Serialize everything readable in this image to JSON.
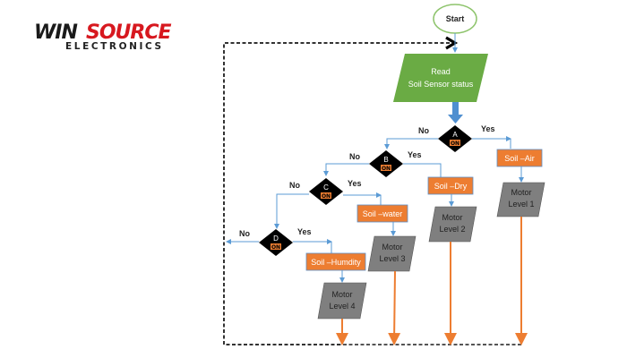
{
  "logo": {
    "part1": "WIN",
    "part2": "SOURCE",
    "subtitle": "ELECTRONICS"
  },
  "colors": {
    "green": "#6aab44",
    "orange": "#ed7d31",
    "gray": "#7f7f7f",
    "blue": "#5b9bd5",
    "black": "#000000"
  },
  "flow": {
    "start": "Start",
    "read": [
      "Read",
      "Soil Sensor status"
    ],
    "decisions": [
      {
        "id": "A",
        "on": "ON",
        "no": "No",
        "yes": "Yes"
      },
      {
        "id": "B",
        "on": "ON",
        "no": "No",
        "yes": "Yes"
      },
      {
        "id": "C",
        "on": "ON",
        "no": "No",
        "yes": "Yes"
      },
      {
        "id": "D",
        "on": "ON",
        "no": "No",
        "yes": "Yes"
      }
    ],
    "states": [
      "Soil –Air",
      "Soil –Dry",
      "Soil –water",
      "Soil –Humdity"
    ],
    "motors": [
      [
        "Motor",
        "Level 1"
      ],
      [
        "Motor",
        "Level 2"
      ],
      [
        "Motor",
        "Level 3"
      ],
      [
        "Motor",
        "Level 4"
      ]
    ]
  }
}
